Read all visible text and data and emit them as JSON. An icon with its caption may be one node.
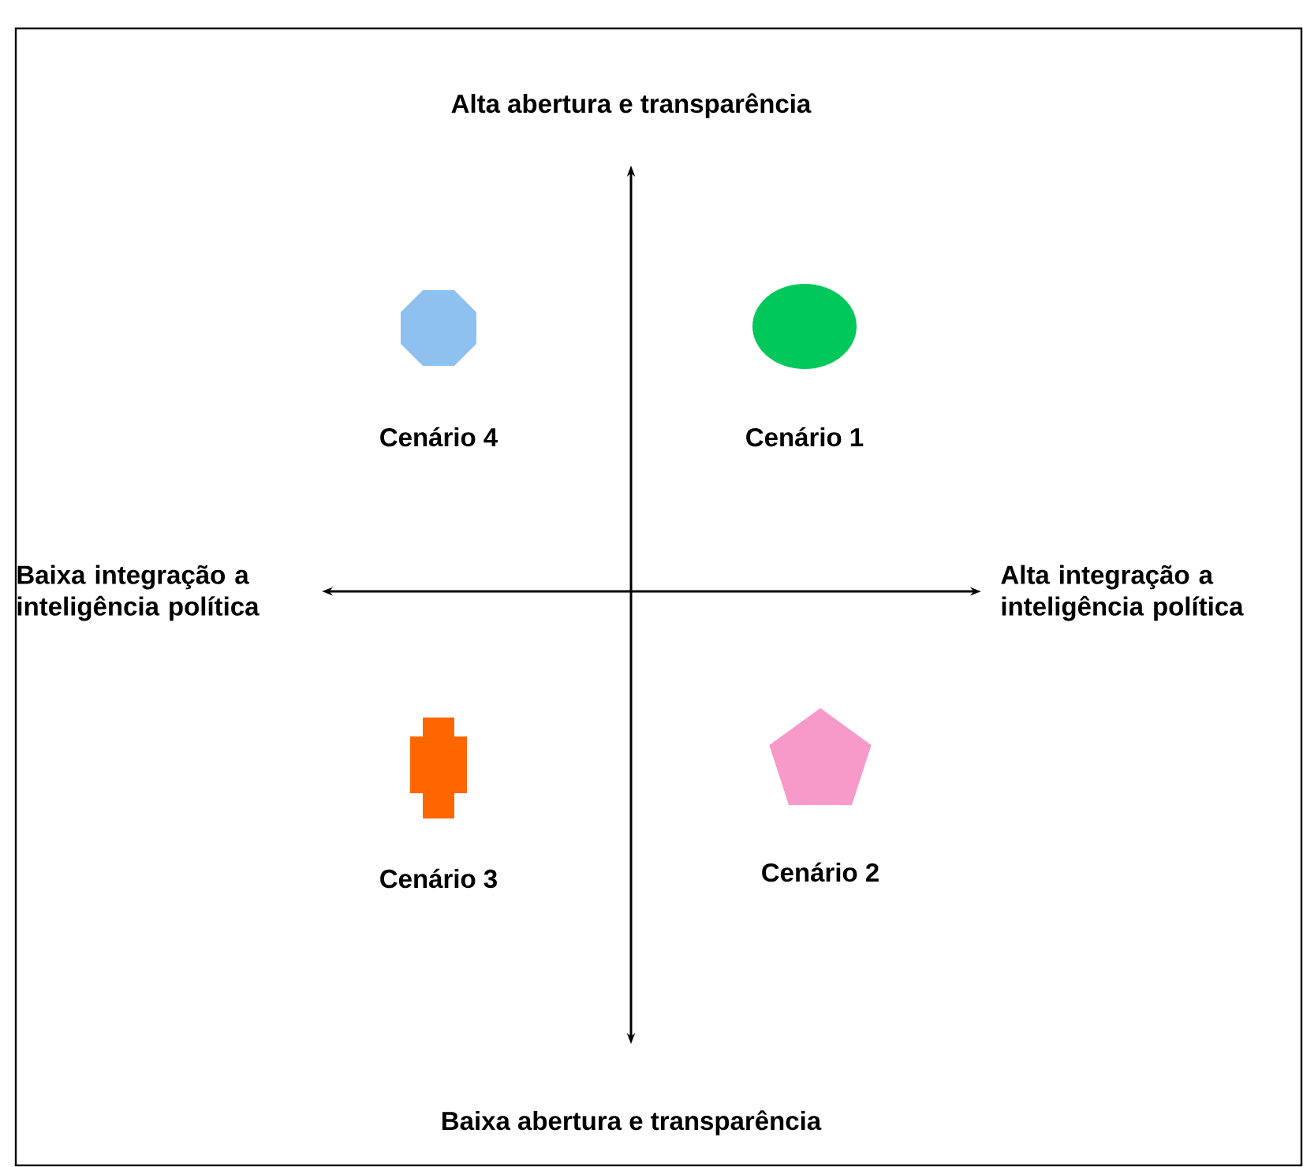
{
  "diagram": {
    "nodes": [
      {
        "text": [],
        "shape": "octagon",
        "beside": [
          "Cenário 4"
        ]
      },
      {
        "text": [],
        "shape": "circle",
        "beside": [
          "Cenário 1"
        ]
      },
      {
        "text": [],
        "shape": "cross",
        "beside": [
          "Cenário 3"
        ]
      },
      {
        "text": [],
        "shape": "pentagon",
        "beside": [
          "Cenário 2"
        ]
      }
    ],
    "labels": [
      "Alta abertura e transparência",
      "Baixa integração a inteligência política",
      "Alta integração a inteligência política",
      "Baixa abertura e transparência"
    ]
  }
}
